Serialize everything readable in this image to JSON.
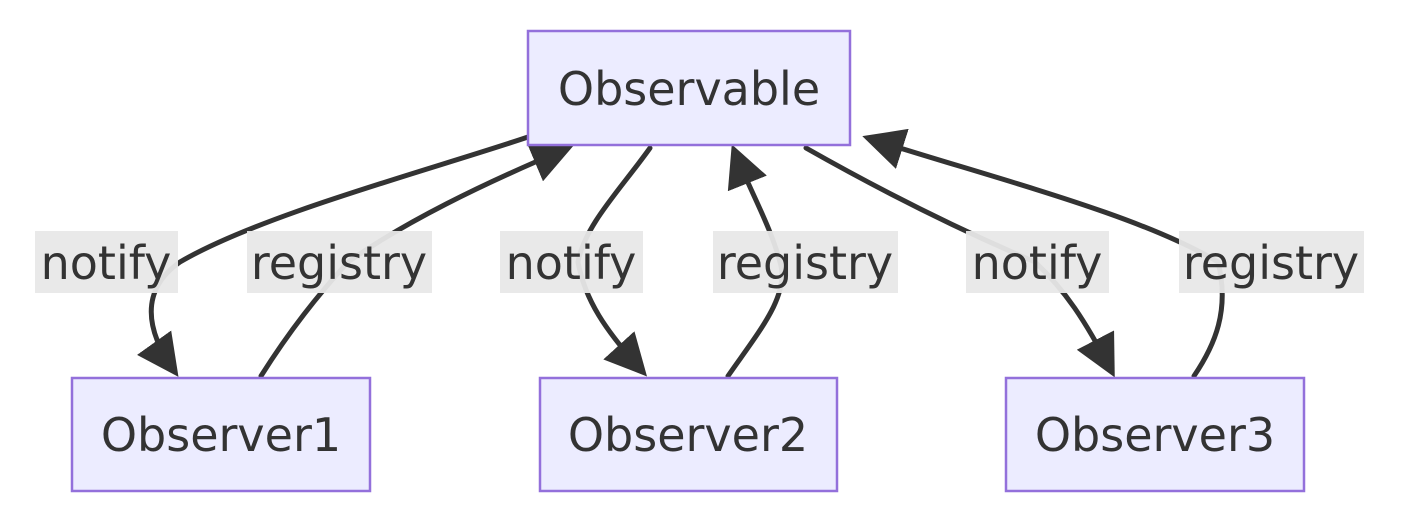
{
  "colors": {
    "node_fill": "#ECECFF",
    "node_stroke": "#9370DB",
    "edge": "#333333",
    "label_bg": "#E8E8E8",
    "text": "#333333"
  },
  "nodes": {
    "observable": "Observable",
    "observer1": "Observer1",
    "observer2": "Observer2",
    "observer3": "Observer3"
  },
  "edges": [
    {
      "from": "Observable",
      "to": "Observer1",
      "label": "notify"
    },
    {
      "from": "Observer1",
      "to": "Observable",
      "label": "registry"
    },
    {
      "from": "Observable",
      "to": "Observer2",
      "label": "notify"
    },
    {
      "from": "Observer2",
      "to": "Observable",
      "label": "registry"
    },
    {
      "from": "Observable",
      "to": "Observer3",
      "label": "notify"
    },
    {
      "from": "Observer3",
      "to": "Observable",
      "label": "registry"
    }
  ]
}
